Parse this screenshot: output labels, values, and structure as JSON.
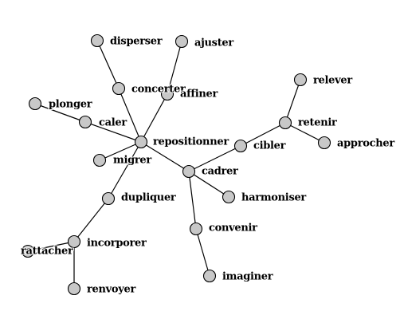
{
  "nodes": [
    {
      "id": "disperser",
      "label": "disperser"
    },
    {
      "id": "ajuster",
      "label": "ajuster"
    },
    {
      "id": "concerter",
      "label": "concerter"
    },
    {
      "id": "affiner",
      "label": "affiner"
    },
    {
      "id": "plonger",
      "label": "plonger"
    },
    {
      "id": "caler",
      "label": "caler"
    },
    {
      "id": "repositionner",
      "label": "repositionner"
    },
    {
      "id": "migrer",
      "label": "migrer"
    },
    {
      "id": "cadrer",
      "label": "cadrer"
    },
    {
      "id": "cibler",
      "label": "cibler"
    },
    {
      "id": "retenir",
      "label": "retenir"
    },
    {
      "id": "relever",
      "label": "relever"
    },
    {
      "id": "approcher",
      "label": "approcher"
    },
    {
      "id": "harmoniser",
      "label": "harmoniser"
    },
    {
      "id": "dupliquer",
      "label": "dupliquer"
    },
    {
      "id": "incorporer",
      "label": "incorporer"
    },
    {
      "id": "rattacher",
      "label": "rattacher"
    },
    {
      "id": "renvoyer",
      "label": "renvoyer"
    },
    {
      "id": "convenir",
      "label": "convenir"
    },
    {
      "id": "imaginer",
      "label": "imaginer"
    }
  ],
  "edges": [
    [
      "disperser",
      "concerter"
    ],
    [
      "concerter",
      "repositionner"
    ],
    [
      "ajuster",
      "affiner"
    ],
    [
      "affiner",
      "repositionner"
    ],
    [
      "plonger",
      "caler"
    ],
    [
      "caler",
      "repositionner"
    ],
    [
      "migrer",
      "repositionner"
    ],
    [
      "repositionner",
      "cadrer"
    ],
    [
      "repositionner",
      "dupliquer"
    ],
    [
      "dupliquer",
      "incorporer"
    ],
    [
      "incorporer",
      "rattacher"
    ],
    [
      "incorporer",
      "renvoyer"
    ],
    [
      "cadrer",
      "cibler"
    ],
    [
      "cibler",
      "retenir"
    ],
    [
      "retenir",
      "relever"
    ],
    [
      "retenir",
      "approcher"
    ],
    [
      "cadrer",
      "harmoniser"
    ],
    [
      "cadrer",
      "convenir"
    ],
    [
      "convenir",
      "imaginer"
    ]
  ]
}
